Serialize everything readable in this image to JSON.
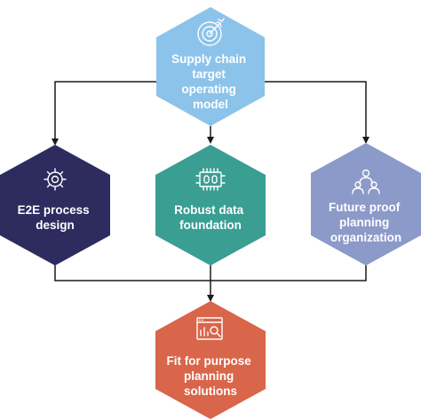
{
  "nodes": {
    "top": {
      "label_lines": [
        "Supply chain",
        "target",
        "operating",
        "model"
      ],
      "color": "#8cc3ea",
      "icon": "target-icon"
    },
    "left": {
      "label_lines": [
        "E2E process",
        "design"
      ],
      "color": "#2e2b5f",
      "icon": "gear-icon"
    },
    "center": {
      "label_lines": [
        "Robust data",
        "foundation"
      ],
      "color": "#3a9e93",
      "icon": "data-chip-icon"
    },
    "right": {
      "label_lines": [
        "Future proof",
        "planning",
        "organization"
      ],
      "color": "#8b9ac9",
      "icon": "team-icon"
    },
    "bottom": {
      "label_lines": [
        "Fit for purpose",
        "planning",
        "solutions"
      ],
      "color": "#d9654a",
      "icon": "analytics-window-icon"
    }
  },
  "connector_color": "#1a1a1a"
}
